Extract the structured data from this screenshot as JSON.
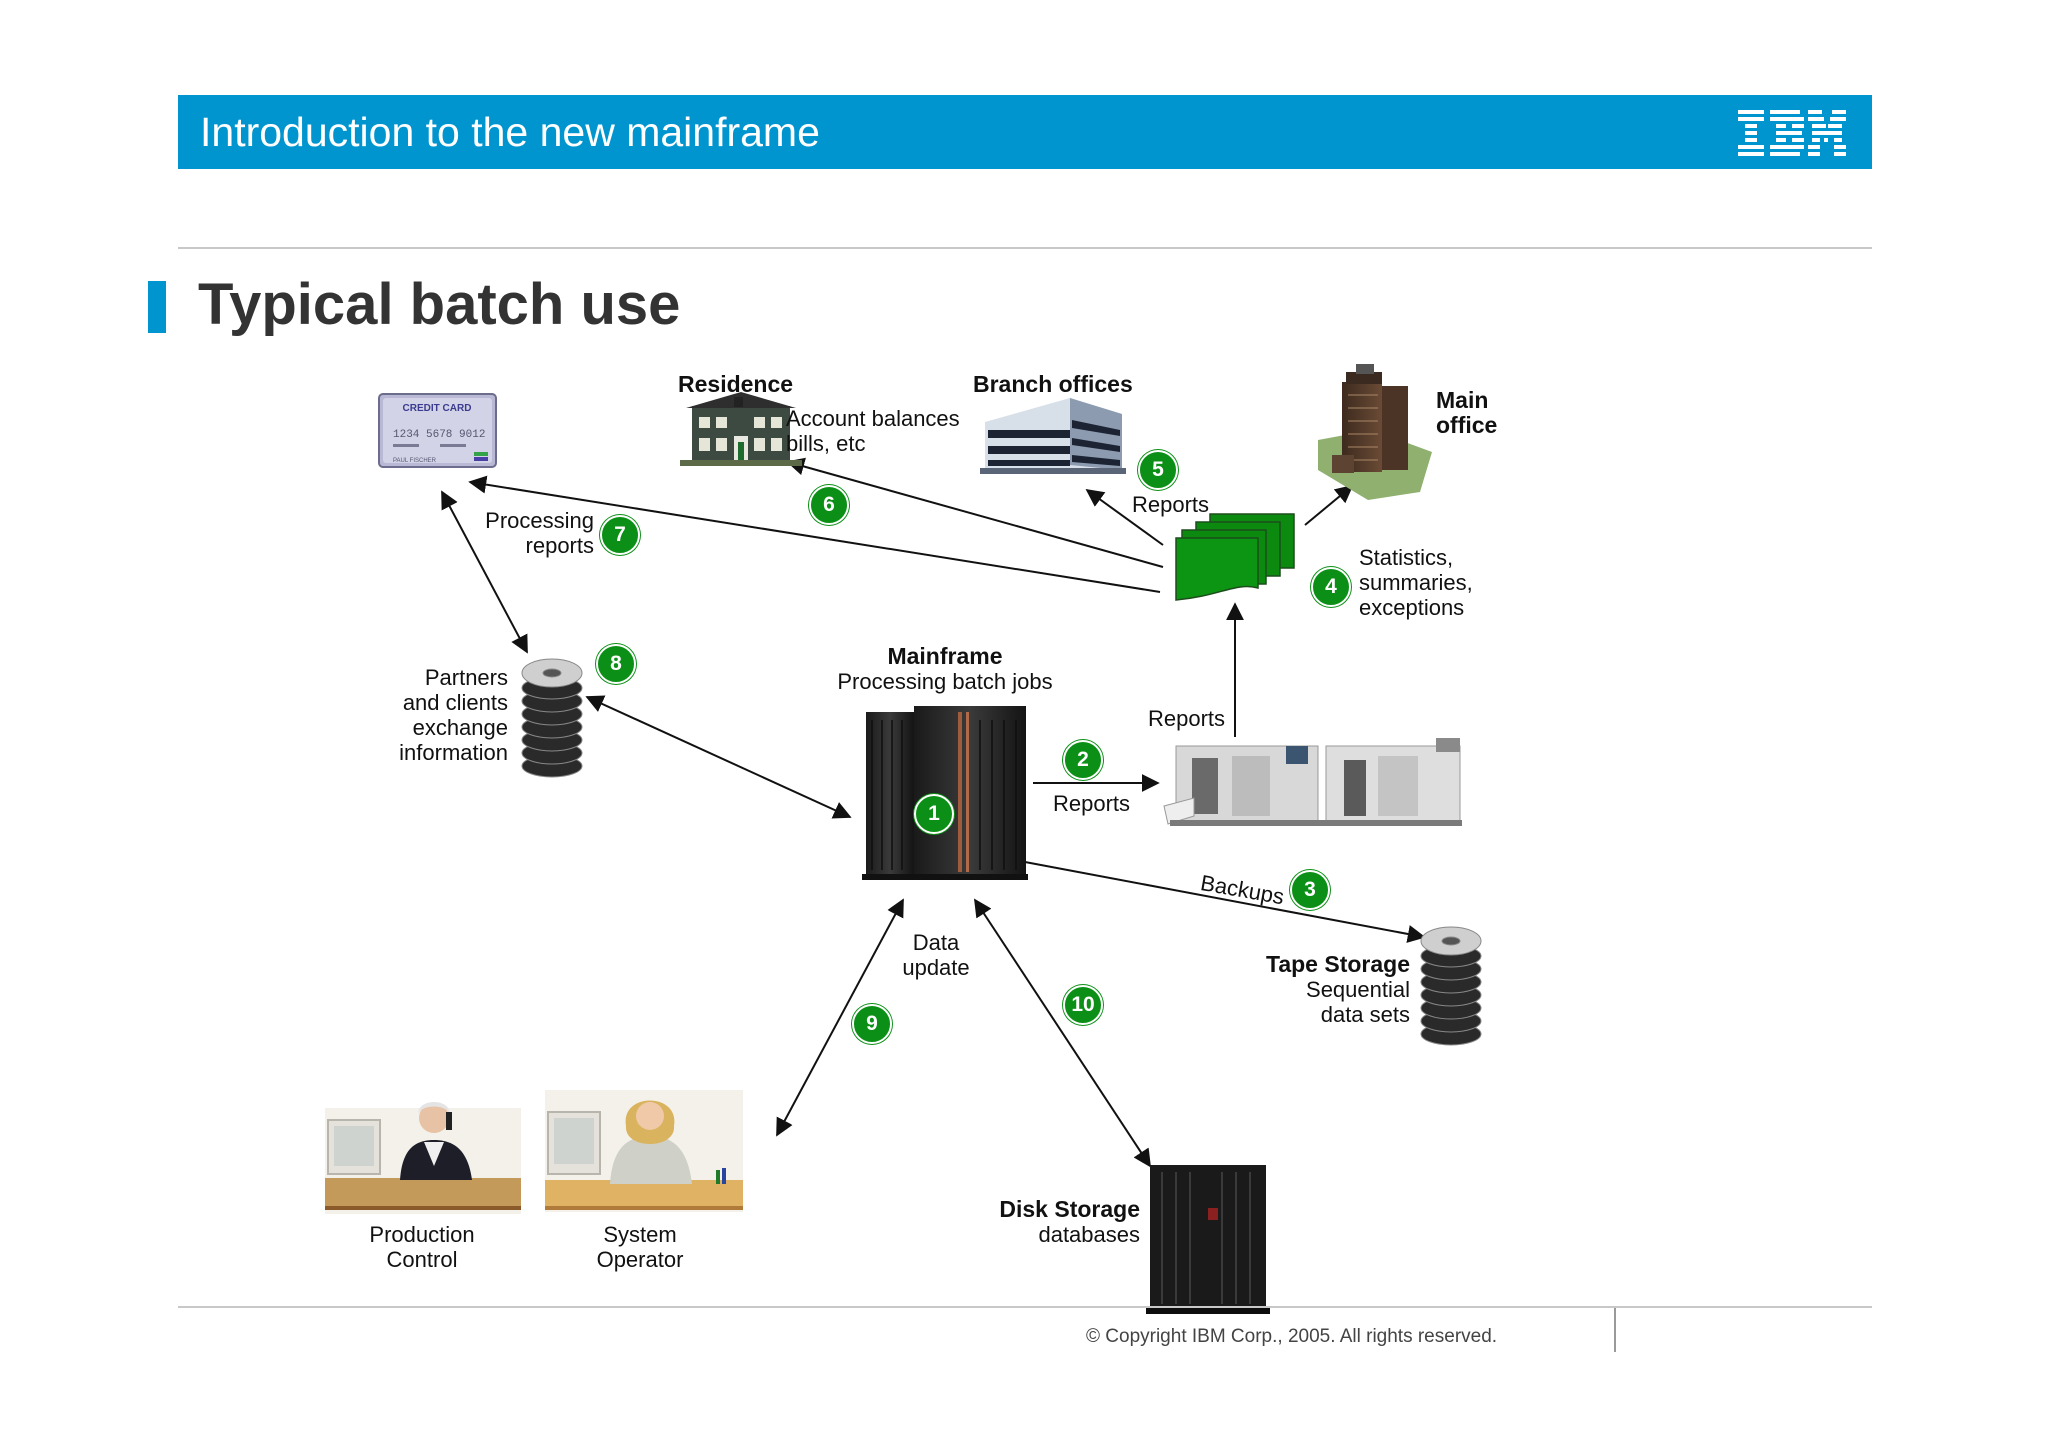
{
  "header": {
    "title": "Introduction to the new mainframe",
    "logo_text": "IBM",
    "brand_color": "#0095cf"
  },
  "slide": {
    "title": "Typical batch use"
  },
  "diagram": {
    "badge_color": "#0c8f16",
    "credit_card": {
      "heading": "CREDIT CARD",
      "number": "1234 5678 9012",
      "holder": "PAUL FISCHER"
    },
    "residence": {
      "title": "Residence",
      "line1": "Account balances",
      "line2": "bills, etc"
    },
    "branch_offices": {
      "title": "Branch offices"
    },
    "main_office": {
      "line1": "Main",
      "line2": "office"
    },
    "reports_upper": "Reports",
    "statistics": {
      "line1": "Statistics,",
      "line2": "summaries,",
      "line3": "exceptions"
    },
    "processing_reports": {
      "line1": "Processing",
      "line2": "reports"
    },
    "partners": {
      "line1": "Partners",
      "line2": "and clients",
      "line3": "exchange",
      "line4": "information"
    },
    "mainframe": {
      "title": "Mainframe",
      "subtitle": "Processing batch jobs"
    },
    "reports_printer": "Reports",
    "reports_mid": "Reports",
    "backups": "Backups",
    "tape_storage": {
      "title": "Tape Storage",
      "line1": "Sequential",
      "line2": "data sets"
    },
    "data_update": {
      "line1": "Data",
      "line2": "update"
    },
    "disk_storage": {
      "title": "Disk Storage",
      "line1": "databases"
    },
    "production_control": {
      "line1": "Production",
      "line2": "Control"
    },
    "system_operator": {
      "line1": "System",
      "line2": "Operator"
    },
    "badges": [
      "1",
      "2",
      "3",
      "4",
      "5",
      "6",
      "7",
      "8",
      "9",
      "10"
    ]
  },
  "footer": {
    "copyright": "© Copyright IBM Corp., 2005. All rights reserved."
  }
}
